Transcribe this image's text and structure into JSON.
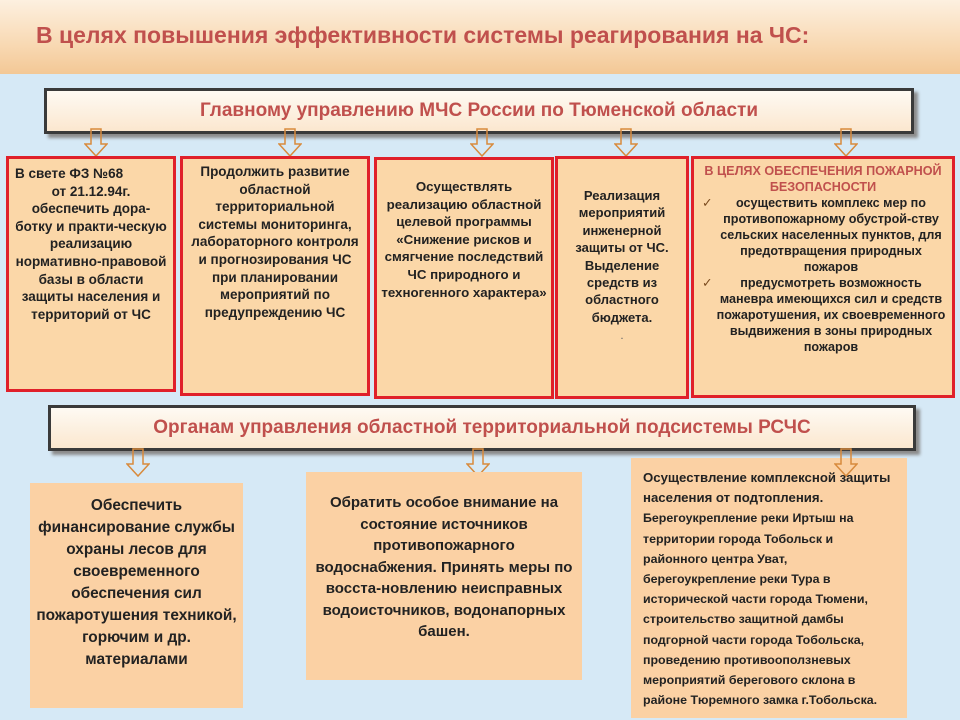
{
  "title": "В целях повышения эффективности системы реагирования на ЧС:",
  "banner_top": "Главному управлению МЧС России по Тюменской области",
  "banner_mid": "Органам управления областной территориальной подсистемы РСЧС",
  "box1": {
    "line1": "В свете ФЗ №68",
    "rest": "от 21.12.94г. обеспечить дора-ботку и практи-ческую реализацию нормативно-правовой базы в области защиты населения и территорий от ЧС"
  },
  "box2": "Продолжить развитие областной территориальной системы мониторинга, лабораторного контроля и прогнозирования ЧС при планировании мероприятий по предупреждению ЧС",
  "box3": "Осуществлять реализацию областной целевой программы «Снижение рисков и смягчение последствий ЧС природного и техногенного характера»",
  "box4": {
    "text": "Реализация мероприятий инженерной защиты от ЧС. Выделение средств из областного бюджета.",
    "dot": "."
  },
  "box5": {
    "heading": "В ЦЕЛЯХ ОБЕСПЕЧЕНИЯ ПОЖАРНОЙ БЕЗОПАСНОСТИ",
    "items": [
      "осуществить комплекс мер по противопожарному обустрой-ству сельских населенных пунктов, для предотвращения природных пожаров",
      "предусмотреть возможность маневра имеющихся сил и средств пожаротушения, их своевременного выдвижения в зоны природных пожаров"
    ]
  },
  "bottom1": "Обеспечить финансирование службы охраны лесов для своевременного обеспечения сил пожаротушения техникой, горючим и др. материалами",
  "bottom2": "Обратить особое внимание на состояние источников противопожарного водоснабжения. Принять меры по восста-новлению неисправных водоисточников, водонапорных башен.",
  "bottom3": {
    "lead": "Осуществление комплексной защиты населения от подтопления.",
    "rest": "Берегоукрепление реки Иртыш на территории города Тобольск и районного центра Уват, берегоукрепление реки Тура в исторической части города Тюмени, строительство защитной дамбы подгорной части города Тобольска, проведению противооползневых мероприятий берегового склона в районе Тюремного замка г.Тобольска."
  },
  "colors": {
    "title_red": "#c0504d",
    "box_fill": "#fbd7a8",
    "box_border": "#e0202a",
    "background": "#d6e9f6"
  }
}
